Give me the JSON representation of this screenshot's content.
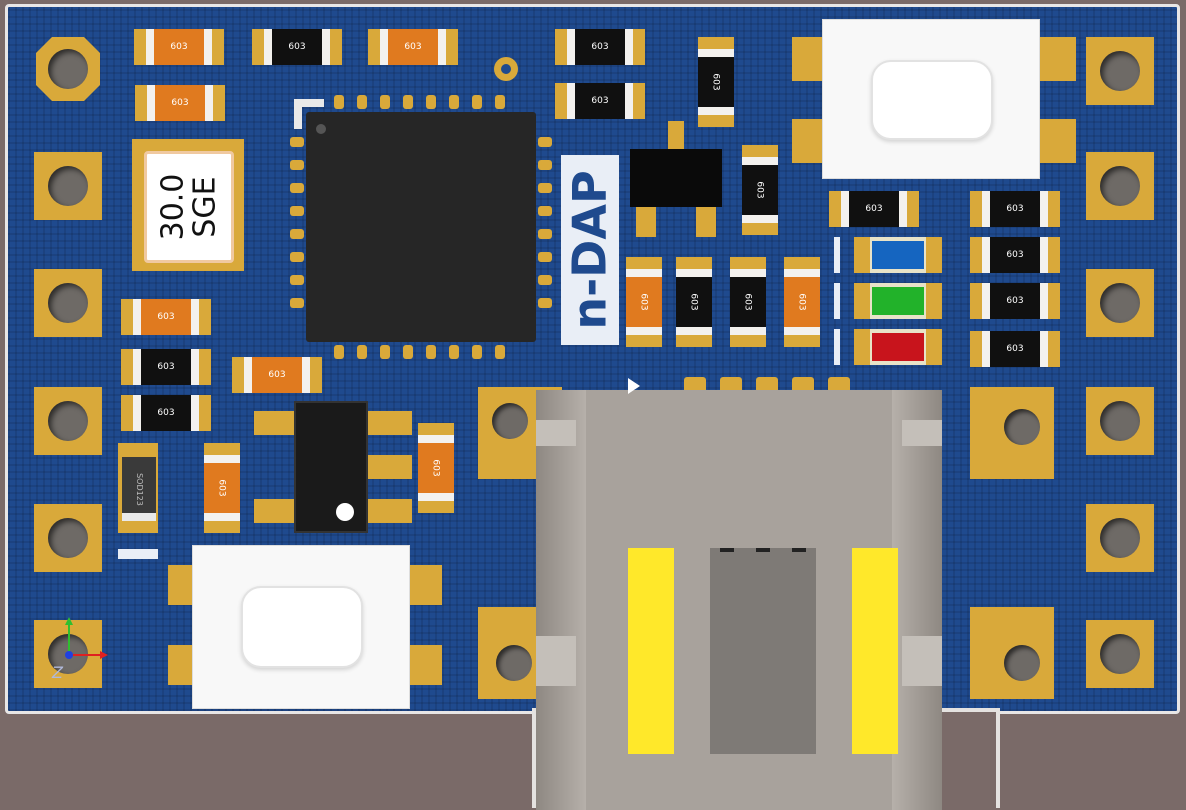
{
  "board": {
    "silkscreen_label": "n-DAP",
    "axis_z_label": "Z"
  },
  "crystal": {
    "line1": "30.0",
    "line2": "SGE"
  },
  "resistors": {
    "r1": "603",
    "r2": "603",
    "r3": "603",
    "r4": "603",
    "r5": "603",
    "r6": "603",
    "r7": "603",
    "r8": "603",
    "r9": "603",
    "r10": "603",
    "r11": "603",
    "r12": "603",
    "r13": "603",
    "r14": "603",
    "r15": "603",
    "r16": "603",
    "r17": "603",
    "r18": "603",
    "r19": "603",
    "r20": "603",
    "r21": "603",
    "r22": "603",
    "r23": "603"
  },
  "diode_label": "SOD123",
  "colors": {
    "pcb": "#1f4a8e",
    "pad": "#d9a93a",
    "led_blue": "#1565c0",
    "led_green": "#22b22a",
    "led_red": "#c8141c",
    "usb_contact": "#ffe82a"
  }
}
